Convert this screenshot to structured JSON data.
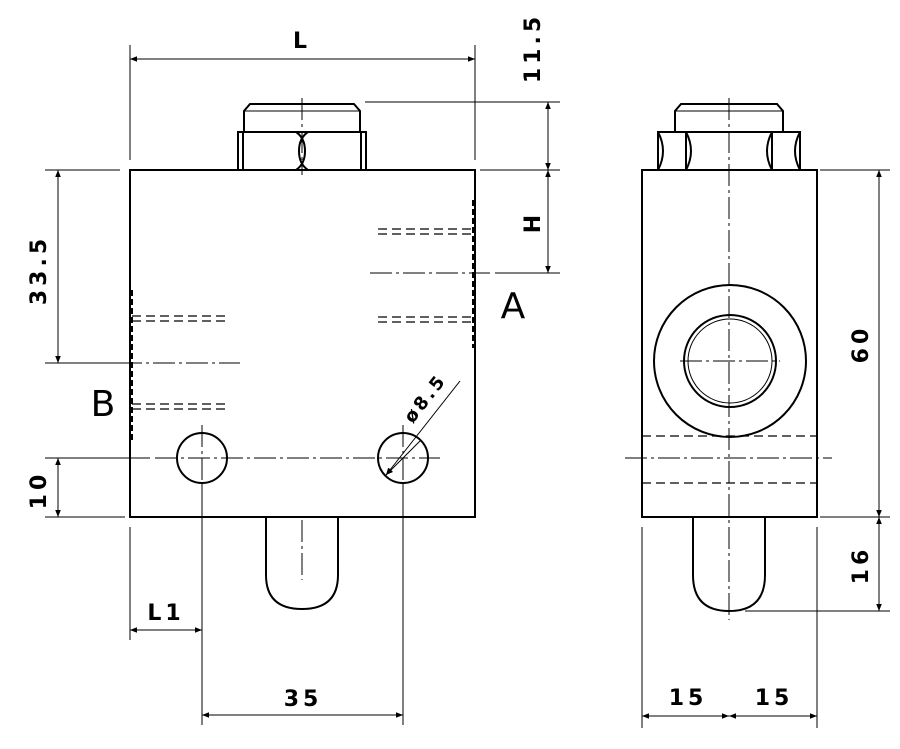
{
  "dimensions": {
    "width_label": "L",
    "top_offset": "11.5",
    "height_label": "H",
    "side_height": "33.5",
    "bottom_offset": "10",
    "hole_offset": "L1",
    "hole_spacing": "35",
    "hole_diameter": "ø8.5",
    "body_height": "60",
    "knob_length": "16",
    "half_width_left": "15",
    "half_width_right": "15"
  },
  "ports": {
    "a": "A",
    "b": "B"
  }
}
